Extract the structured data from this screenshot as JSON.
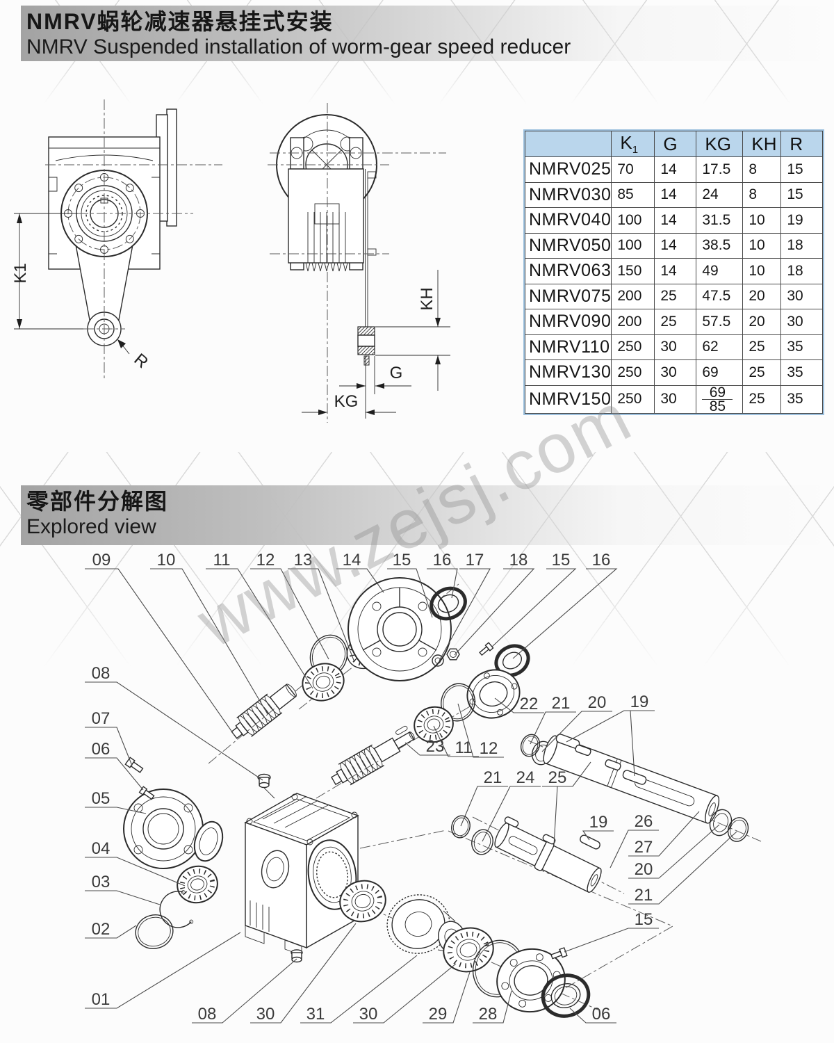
{
  "watermark": {
    "text": "www.zejsj.com"
  },
  "section1": {
    "title_zh": "NMRV蜗轮减速器悬挂式安装",
    "title_en": "NMRV Suspended installation of worm-gear speed reducer"
  },
  "section2": {
    "title_zh": "零部件分解图",
    "title_en": "Explored view"
  },
  "dims": {
    "k1": "K1",
    "r": "R",
    "kh": "KH",
    "g": "G",
    "kg": "KG"
  },
  "colors": {
    "table_header_bg": "#bad6ec",
    "table_frame": "#9cc0de",
    "line_art": "#2b2b2b"
  },
  "table": {
    "header": {
      "model": "",
      "k": "K",
      "k_sub": "1",
      "g": "G",
      "kg": "KG",
      "kh": "KH",
      "r": "R"
    },
    "rows": [
      {
        "model": "NMRV025",
        "k1": "70",
        "g": "14",
        "kg": "17.5",
        "kh": "8",
        "r": "15"
      },
      {
        "model": "NMRV030",
        "k1": "85",
        "g": "14",
        "kg": "24",
        "kh": "8",
        "r": "15"
      },
      {
        "model": "NMRV040",
        "k1": "100",
        "g": "14",
        "kg": "31.5",
        "kh": "10",
        "r": "19"
      },
      {
        "model": "NMRV050",
        "k1": "100",
        "g": "14",
        "kg": "38.5",
        "kh": "10",
        "r": "18"
      },
      {
        "model": "NMRV063",
        "k1": "150",
        "g": "14",
        "kg": "49",
        "kh": "10",
        "r": "18"
      },
      {
        "model": "NMRV075",
        "k1": "200",
        "g": "25",
        "kg": "47.5",
        "kh": "20",
        "r": "30"
      },
      {
        "model": "NMRV090",
        "k1": "200",
        "g": "25",
        "kg": "57.5",
        "kh": "20",
        "r": "30"
      },
      {
        "model": "NMRV110",
        "k1": "250",
        "g": "30",
        "kg": "62",
        "kh": "25",
        "r": "35"
      },
      {
        "model": "NMRV130",
        "k1": "250",
        "g": "30",
        "kg": "69",
        "kh": "25",
        "r": "35"
      },
      {
        "model": "NMRV150",
        "k1": "250",
        "g": "30",
        "kg_top": "69",
        "kg_bottom": "85",
        "kh": "25",
        "r": "35"
      }
    ]
  },
  "exploded": {
    "labels": [
      "09",
      "10",
      "11",
      "12",
      "13",
      "14",
      "15",
      "16",
      "17",
      "18",
      "15",
      "16",
      "08",
      "07",
      "06",
      "05",
      "04",
      "03",
      "02",
      "01",
      "08",
      "30",
      "31",
      "30",
      "29",
      "28",
      "06",
      "22",
      "21",
      "20",
      "19",
      "23",
      "11",
      "12",
      "21",
      "24",
      "25",
      "19",
      "26",
      "27",
      "20",
      "21",
      "15"
    ]
  }
}
